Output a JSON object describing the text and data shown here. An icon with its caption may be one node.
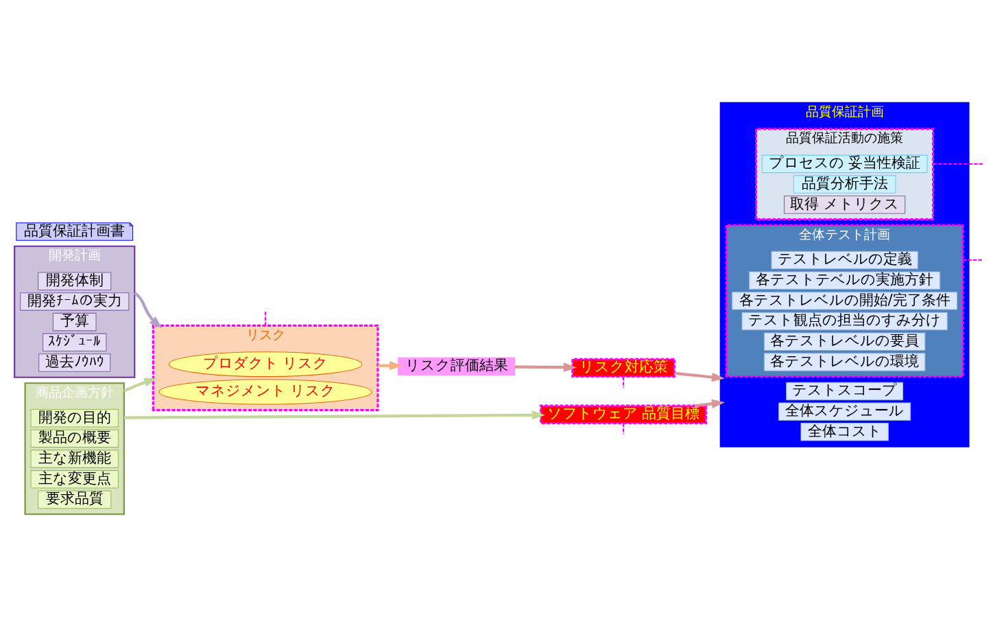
{
  "diagram": {
    "nodes": [
      {
        "text": [
          "商品企画方針"
        ]
      },
      {
        "text": [
          "開発の目的"
        ],
        "in": 0
      },
      {
        "text": [
          "製品の概要"
        ],
        "in": 0
      },
      {
        "text": [
          "主な新機能"
        ],
        "in": 0
      },
      {
        "text": [
          "主な変更点"
        ],
        "in": 0
      },
      {
        "text": [
          "要求品質"
        ],
        "in": 0
      },
      {
        "text": [
          "開発計画"
        ]
      },
      {
        "text": [
          "開発体制"
        ],
        "in": 6
      },
      {
        "text": [
          "開発ﾁｰﾑの実力"
        ],
        "in": 6
      },
      {
        "text": [
          "予算"
        ],
        "in": 6
      },
      {
        "text": [
          "ｽｹｼﾞｭｰﾙ"
        ],
        "in": 6
      },
      {
        "text": [
          "過去ﾉｳﾊｳ"
        ],
        "in": 6
      },
      {
        "text": [
          "品質保証計画書"
        ]
      },
      {
        "text": [
          "品質保証計画"
        ]
      },
      {
        "text": [
          "テストスコープ"
        ],
        "in": 13
      },
      {
        "text": [
          "品質保証活動の施策"
        ],
        "in": 13
      },
      {
        "text": [
          "プロセスの 妥当性検証"
        ],
        "in": 15
      },
      {
        "text": [
          "品質分析手法"
        ],
        "in": 15
      },
      {
        "text": [
          "取得 メトリクス"
        ],
        "in": 15
      },
      {
        "text": [
          "全体スケジュール"
        ],
        "in": 13
      },
      {
        "text": [
          "全体コスト"
        ],
        "in": 13
      },
      {
        "text": [
          "全体テスト計画"
        ],
        "in": 13
      },
      {
        "text": [
          "テストレベルの定義"
        ],
        "in": 21
      },
      {
        "text": [
          "各テストテベルの実施方針"
        ],
        "in": 21
      },
      {
        "text": [
          "各テストレベルの開始/完了条件"
        ],
        "in": 21
      },
      {
        "text": [
          "テスト観点の担当のすみ分け"
        ],
        "in": 21
      },
      {
        "text": [
          "各テストレベルの要員"
        ],
        "in": 21
      },
      {
        "text": [
          "各テストレベルの環境"
        ],
        "in": 21
      },
      {
        "text": [
          "リスク"
        ]
      },
      {
        "text": [
          "プロダクト リスク"
        ],
        "in": 28
      },
      {
        "text": [
          "マネジメント リスク"
        ],
        "in": 28
      },
      {
        "text": [
          "ソフトウェア 品質目標"
        ]
      },
      {
        "text": [
          "リスク評価結果"
        ]
      },
      {
        "text": [
          "リスク対応策"
        ]
      }
    ],
    "edges": [
      {
        "from": 0,
        "to": 28,
        "arrow": "to",
        "color": "#c4d79b"
      },
      {
        "from": 0,
        "to": 31,
        "arrow": "to",
        "color": "#c4d79b"
      },
      {
        "from": 6,
        "to": 28,
        "arrow": "to",
        "color": "#b3a2c7"
      },
      {
        "from": 31,
        "to": 13,
        "arrow": "to",
        "color": "#d99694"
      },
      {
        "from": 28,
        "to": 32,
        "arrow": "to",
        "color": "#f4b183"
      },
      {
        "from": 32,
        "to": 33,
        "arrow": "to",
        "color": "#d99694"
      },
      {
        "from": 33,
        "to": 13,
        "arrow": "to",
        "color": "#d99694"
      },
      {
        "from": 28,
        "to": null,
        "arrow": "none",
        "style": "dashed",
        "color": "#ff00ff"
      },
      {
        "from": 31,
        "to": null,
        "arrow": "none",
        "style": "dashed",
        "color": "#ff00ff"
      },
      {
        "from": 33,
        "to": null,
        "arrow": "none",
        "style": "dashed",
        "color": "#ff00ff"
      },
      {
        "from": 21,
        "to": null,
        "arrow": "none",
        "style": "dashed",
        "color": "#ff00ff"
      },
      {
        "from": 15,
        "to": null,
        "arrow": "none",
        "style": "dashed",
        "color": "#ff00ff"
      }
    ]
  }
}
